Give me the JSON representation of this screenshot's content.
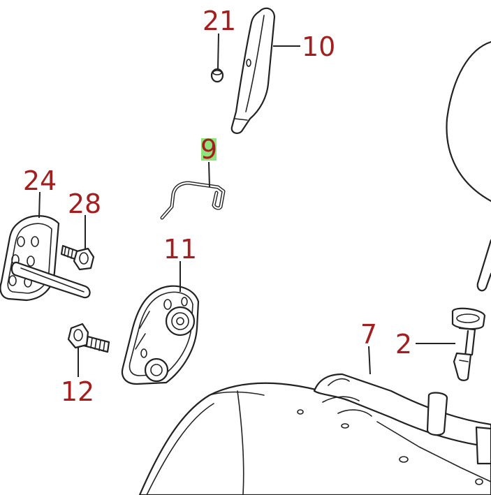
{
  "colors": {
    "label": "#a31f1f",
    "highlight_fill": "#8fe37a",
    "line": "#222222"
  },
  "callouts": [
    {
      "id": "c21",
      "text": "21"
    },
    {
      "id": "c10",
      "text": "10"
    },
    {
      "id": "c9",
      "text": "9",
      "highlighted": true
    },
    {
      "id": "c24",
      "text": "24"
    },
    {
      "id": "c28",
      "text": "28"
    },
    {
      "id": "c11",
      "text": "11"
    },
    {
      "id": "c12",
      "text": "12"
    },
    {
      "id": "c7",
      "text": "7"
    },
    {
      "id": "c2",
      "text": "2"
    }
  ]
}
